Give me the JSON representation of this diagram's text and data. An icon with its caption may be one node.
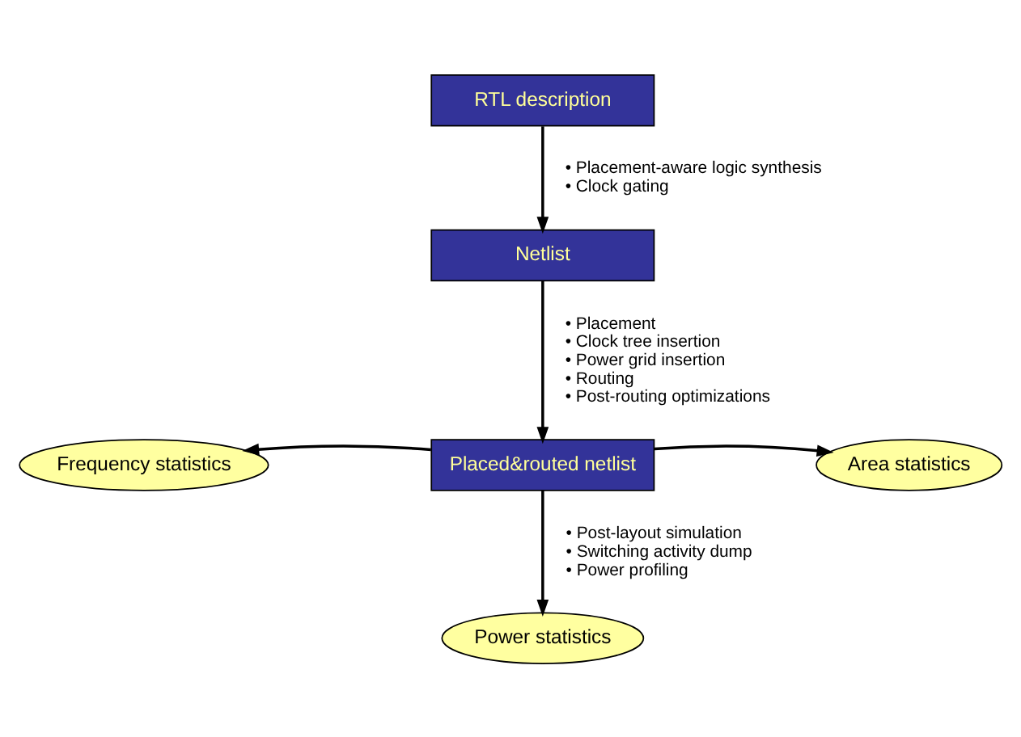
{
  "diagram": {
    "nodes": [
      {
        "text": [
          "RTL description"
        ]
      },
      {
        "text": [
          "Netlist"
        ]
      },
      {
        "text": [
          "Frequency statistics"
        ]
      },
      {
        "text": [
          "Placed&routed netlist"
        ]
      },
      {
        "text": [
          "Area statistics"
        ]
      },
      {
        "text": [
          "Power statistics"
        ]
      }
    ],
    "edges": [
      {
        "from": 0,
        "to": 1,
        "arrow": "to",
        "label": "• Placement-aware logic synthesis • Clock gating"
      },
      {
        "from": 1,
        "to": 3,
        "arrow": "to",
        "label": "• Placement • Clock tree insertion • Power grid insertion • Routing • Post-routing optimizations"
      },
      {
        "from": 3,
        "to": 2,
        "arrow": "to"
      },
      {
        "from": 3,
        "to": 4,
        "arrow": "to"
      },
      {
        "from": 3,
        "to": 5,
        "arrow": "to",
        "label": "• Post-layout simulation • Switching activity dump • Power profiling"
      }
    ]
  }
}
